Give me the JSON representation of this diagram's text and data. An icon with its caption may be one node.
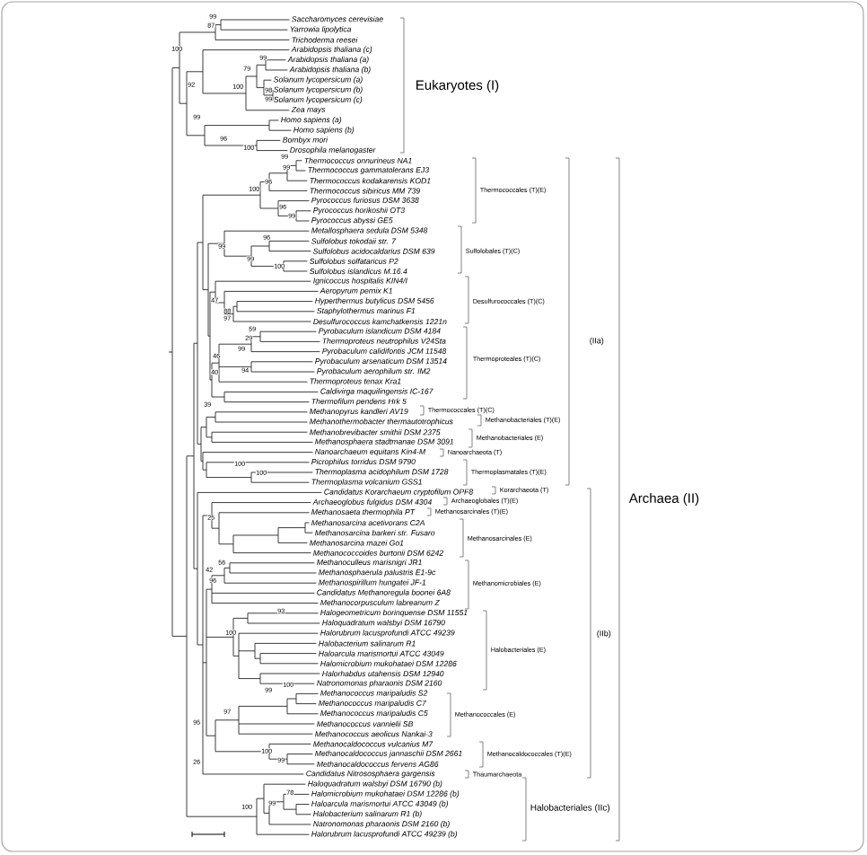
{
  "diagram": {
    "labels": [
      "Saccharomyces cerevisiae",
      "Yarrowia lipolytica",
      "Trichoderma reesei",
      "Arabidopsis thaliana (c)",
      "Arabidopsis thaliana (a)",
      "Arabidopsis thaliana (b)",
      "Solanum lycopersicum (a)",
      "Solanum lycopersicum (b)",
      "Solanum lycopersicum (c)",
      "Zea mays",
      "Homo sapiens (a)",
      "Homo sapiens (b)",
      "Bombyx mori",
      "Drosophila melanogaster",
      "Thermococcus onnurineus NA1",
      "Thermococcus gammatolerans EJ3",
      "Thermococcus kodakarensis KOD1",
      "Thermococcus sibiricus MM 739",
      "Pyrococcus furiosus DSM 3638",
      "Pyrococcus horikoshii OT3",
      "Pyrococcus abyssi GE5",
      "Metallosphaera sedula DSM 5348",
      "Sulfolobus tokodaii str. 7",
      "Sulfolobus acidocaldarius DSM 639",
      "Sulfolobus solfataricus P2",
      "Sulfolobus islandicus M.16.4",
      "Ignicoccus hospitalis KIN4/I",
      "Aeropyrum pernix K1",
      "Hyperthermus butylicus DSM 5456",
      "Staphylothermus marinus F1",
      "Desulfurococcus kamchatkensis 1221n",
      "Pyrobaculum islandicum DSM 4184",
      "Thermoproteus neutrophilus V24Sta",
      "Pyrobaculum calidifontis JCM 11548",
      "Pyrobaculum arsenaticum DSM 13514",
      "Pyrobaculum aerophilum str. IM2",
      "Thermoproteus tenax Kra1",
      "Caldivirga maquilingensis IC-167",
      "Thermofilum pendens Hrk 5",
      "Methanopyrus kandleri AV19",
      "Methanothermobacter thermautotrophicus",
      "Methanobrevibacter smithii DSM 2375",
      "Methanosphaera stadtmanae DSM 3091",
      "Nanoarchaeum equitans Kin4-M",
      "Picrophilus torridus DSM 9790",
      "Thermoplasma acidophilum DSM 1728",
      "Thermoplasma volcanium GSS1",
      "Candidatus Korarchaeum cryptofilum OPF8",
      "Archaeoglobus fulgidus DSM 4304",
      "Methanosaeta thermophila PT",
      "Methanosarcina acetivorans C2A",
      "Methanosarcina barkeri str. Fusaro",
      "Methanosarcina mazei Go1",
      "Methanococcoides burtonii DSM 6242",
      "Methanoculleus marisnigri JR1",
      "Methanosphaerula palustris E1-9c",
      "Methanospirillum hungatei JF-1",
      "Candidatus Methanoregula boonei 6A8",
      "Methanocorpusculum labreanum Z",
      "Halogeometricum borinquense DSM 11551",
      "Haloquadratum walsbyi DSM 16790",
      "Halorubrum lacusprofundi ATCC 49239",
      "Halobacterium salinarum R1",
      "Haloarcula marismortui ATCC 43049",
      "Halomicrobium mukohataei DSM 12286",
      "Halorhabdus utahensis DSM 12940",
      "Natronomonas pharaonis DSM 2160",
      "Methanococcus maripaludis S2",
      "Methanococcus maripaludis C7",
      "Methanococcus maripaludis C5",
      "Methanococcus vannielii SB",
      "Methanococcus aeolicus Nankai-3",
      "Methanocaldococcus vulcanius M7",
      "Methanocaldococcus jannaschii DSM 2661",
      "Methanocaldococcus fervens AG86",
      "Candidatus Nitrososphaera gargensis",
      "Haloquadratum walsbyi DSM 16790 (b)",
      "Halomicrobium mukohataei DSM 12286 (b)",
      "Haloarcula marismortui ATCC 43049 (b)",
      "Halobacterium salinarum R1 (b)",
      "Natronomonas pharaonis DSM 2160 (b)",
      "Halorubrum lacusprofundi ATCC 49239 (b)",
      "Eukaryotes (I)",
      "Thermococcales (T)(E)",
      "Sulfolobales (T)(C)",
      "Desulfurococcales (T)(C)",
      "(IIa)",
      "Thermoproteales (T)(C)",
      "Thermococcales (T)(C)",
      "Methanobacteriales (T)(E)",
      "Methanobacteriales (E)",
      "Nanoarchaeota (T)",
      "Thermoplasmatales (T)(E)",
      "Korarchaeota (T)",
      "Archaeoglobales (T)(E)",
      "Archaea (II)",
      "Methanosarcinales (T)(E)",
      "Methanosarcinales (E)",
      "Methanomicrobiales (E)",
      "(IIb)",
      "Halobacteriales (E)",
      "Methanococcales (E)",
      "Methanocaldococcales (T)(E)",
      "Thaumarchaeota",
      "Halobacteriales (IIc)",
      "99",
      "87",
      "100",
      "99",
      "79",
      "92",
      "100",
      "98",
      "99",
      "99",
      "96",
      "100",
      "99",
      "99",
      "96",
      "100",
      "96",
      "99",
      "96",
      "99",
      "99",
      "100",
      "47",
      "88",
      "97",
      "59",
      "29",
      "99",
      "46",
      "94",
      "40",
      "39",
      "100",
      "100",
      "25",
      "56",
      "42",
      "96",
      "93",
      "100",
      "100",
      "99",
      "97",
      "95",
      "100",
      "99",
      "26",
      "78",
      "99",
      "100"
    ]
  }
}
